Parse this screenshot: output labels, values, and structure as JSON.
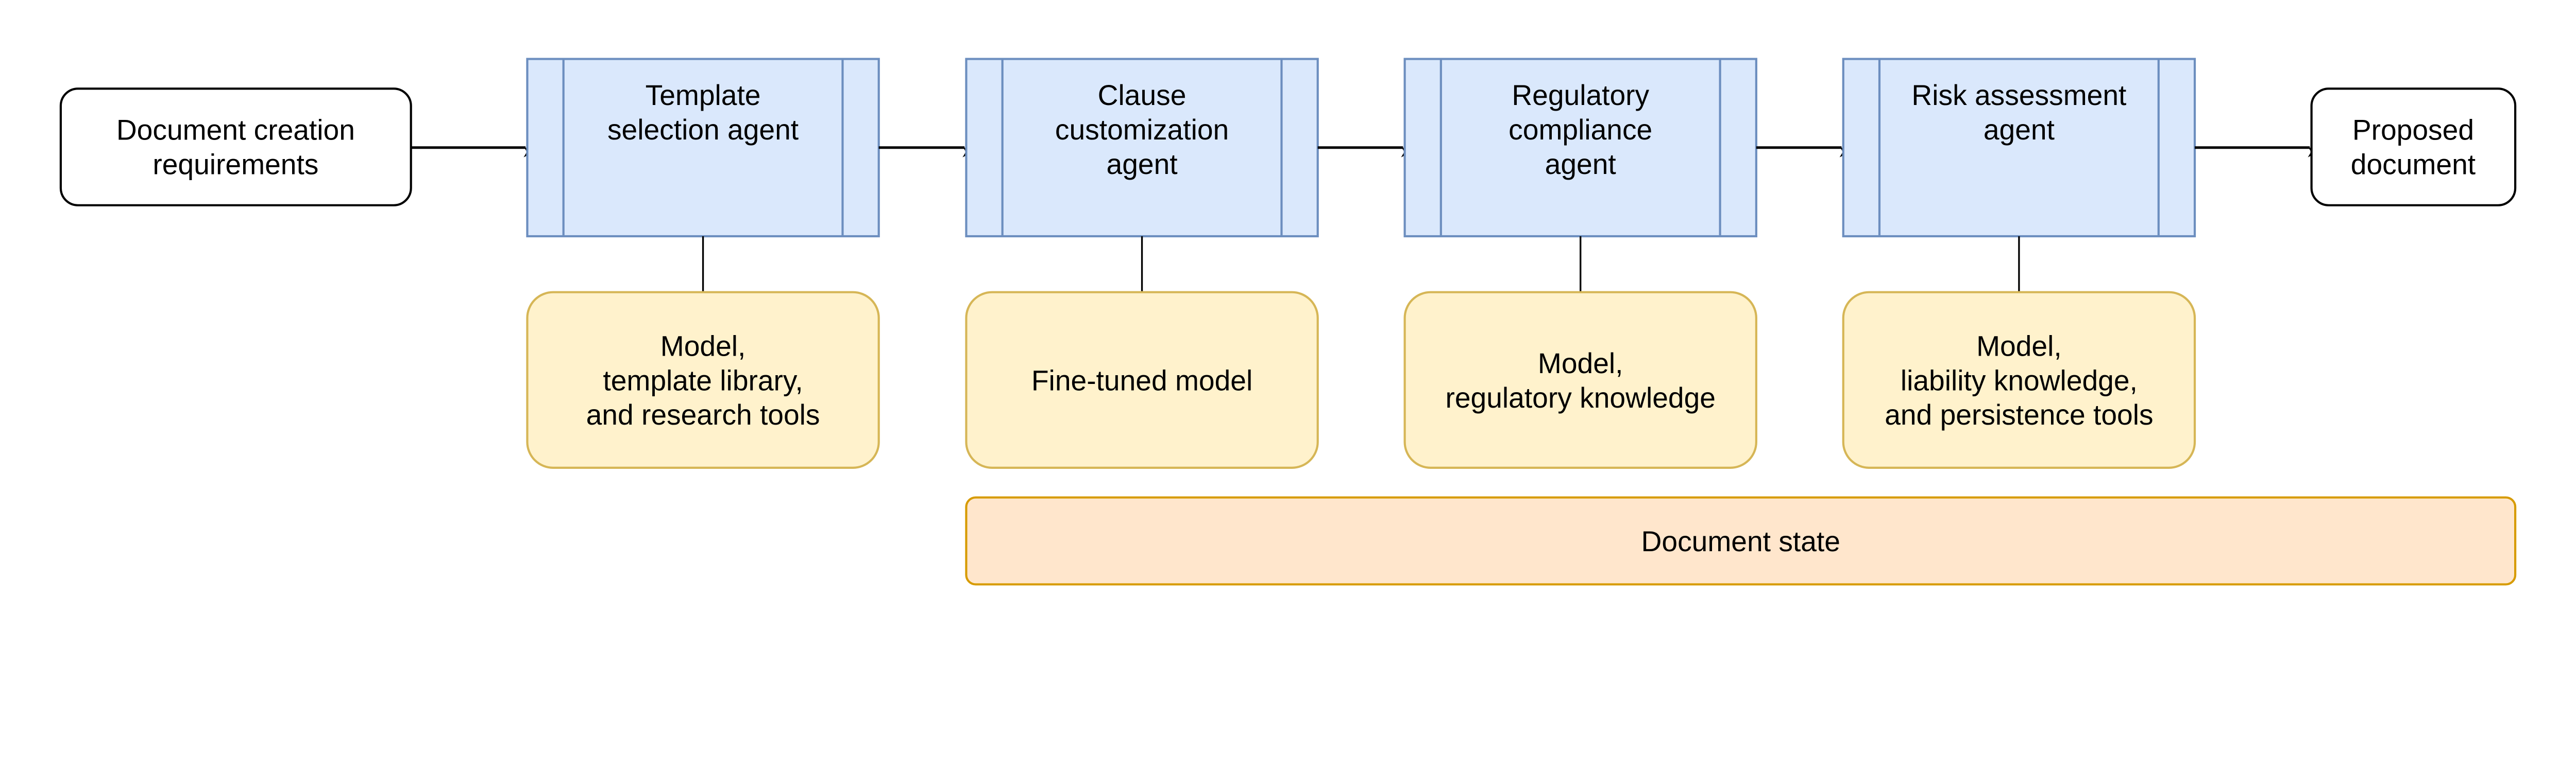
{
  "colors": {
    "agent_fill": "#dae8fc",
    "agent_stroke": "#6c8ebf",
    "tool_fill": "#fff2cc",
    "tool_stroke": "#d6b656",
    "state_fill": "#ffe6cc",
    "state_stroke": "#d79b00",
    "io_fill": "#ffffff",
    "io_stroke": "#000000"
  },
  "input": {
    "lines": [
      "Document creation",
      "requirements"
    ]
  },
  "output": {
    "lines": [
      "Proposed",
      "document"
    ]
  },
  "agents": [
    {
      "lines": [
        "Template",
        "selection agent"
      ],
      "tool": [
        "Model,",
        "template library,",
        "and research tools"
      ]
    },
    {
      "lines": [
        "Clause",
        "customization",
        "agent"
      ],
      "tool": [
        "Fine-tuned model"
      ]
    },
    {
      "lines": [
        "Regulatory",
        "compliance",
        "agent"
      ],
      "tool": [
        "Model,",
        "regulatory knowledge"
      ]
    },
    {
      "lines": [
        "Risk assessment",
        "agent"
      ],
      "tool": [
        "Model,",
        "liability knowledge,",
        "and persistence tools"
      ]
    }
  ],
  "state": {
    "label": "Document state"
  }
}
